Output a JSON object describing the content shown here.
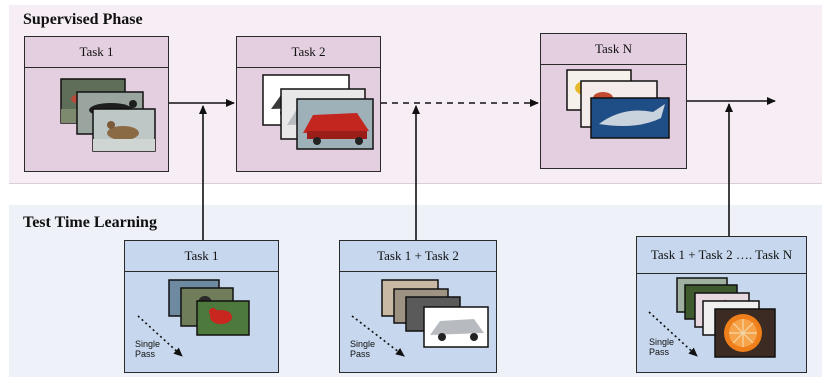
{
  "supervised_phase": {
    "title": "Supervised Phase",
    "tasks": [
      {
        "label": "Task 1",
        "images": [
          "bird-photo",
          "black-bird-photo",
          "duck-photo"
        ]
      },
      {
        "label": "Task 2",
        "images": [
          "car-photo",
          "silver-car-photo",
          "red-car-photo"
        ]
      },
      {
        "label": "Task N",
        "images": [
          "food-photo",
          "crab-photo",
          "whale-photo"
        ]
      }
    ]
  },
  "test_time_learning": {
    "title": "Test Time Learning",
    "tasks": [
      {
        "label": "Task 1",
        "pass_label_1": "Single",
        "pass_label_2": "Pass",
        "images": [
          "bird-photo",
          "bird-photo",
          "red-bird-photo"
        ]
      },
      {
        "label": "Task 1 + Task 2",
        "pass_label_1": "Single",
        "pass_label_2": "Pass",
        "images": [
          "bird-photo",
          "car-photo",
          "car-photo",
          "silver-car-photo"
        ]
      },
      {
        "label": "Task 1 + Task 2 …. Task N",
        "pass_label_1": "Single",
        "pass_label_2": "Pass",
        "images": [
          "bird-photo",
          "bird-photo",
          "flower-photo",
          "car-photo",
          "orange-photo"
        ]
      }
    ]
  },
  "colors": {
    "supervised_band": "#f6eef4",
    "test_band": "#eef2f8",
    "supervised_box": "#e4cfe0",
    "test_box": "#c6d7ee",
    "arrow": "#111111"
  }
}
